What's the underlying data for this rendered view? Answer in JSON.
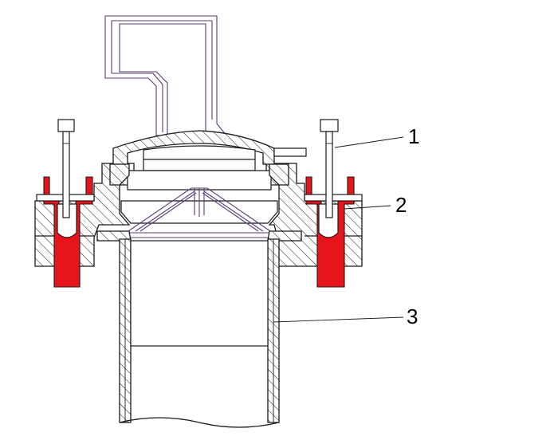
{
  "callouts": [
    {
      "id": "1",
      "label": "1"
    },
    {
      "id": "2",
      "label": "2"
    },
    {
      "id": "3",
      "label": "3"
    }
  ],
  "colors": {
    "clamp": "#e8141b",
    "line": "#1a1a1a",
    "part_outline": "#5a3a7a",
    "background": "#ffffff"
  }
}
